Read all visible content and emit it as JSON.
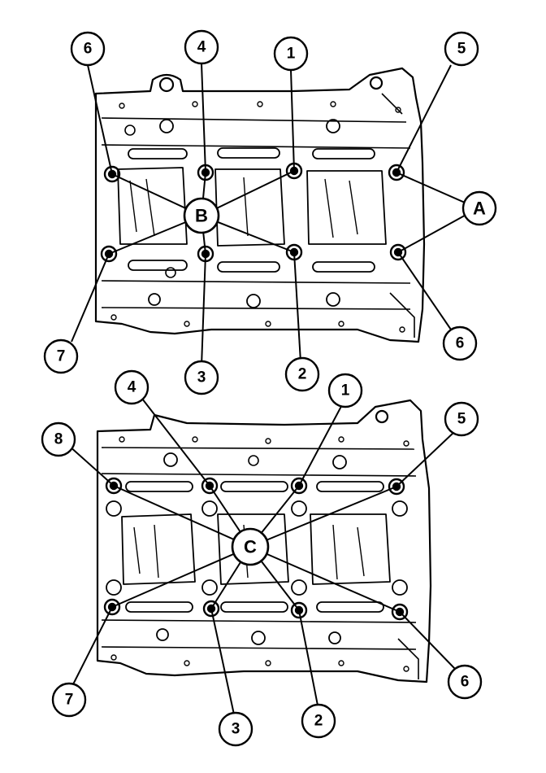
{
  "colors": {
    "ink": "#000000",
    "paper": "#ffffff"
  },
  "icons": [
    "engine-block-icon",
    "bolt-icon",
    "callout-circle-icon"
  ],
  "top_view": {
    "callouts": {
      "n1": "1",
      "n2": "2",
      "n3": "3",
      "n4": "4",
      "n5": "5",
      "n6_top": "6",
      "n6_bottom": "6",
      "n7": "7",
      "b": "B",
      "a": "A"
    }
  },
  "bottom_view": {
    "callouts": {
      "n1": "1",
      "n2": "2",
      "n3": "3",
      "n4": "4",
      "n5": "5",
      "n6": "6",
      "n7": "7",
      "n8": "8",
      "c": "C"
    }
  }
}
